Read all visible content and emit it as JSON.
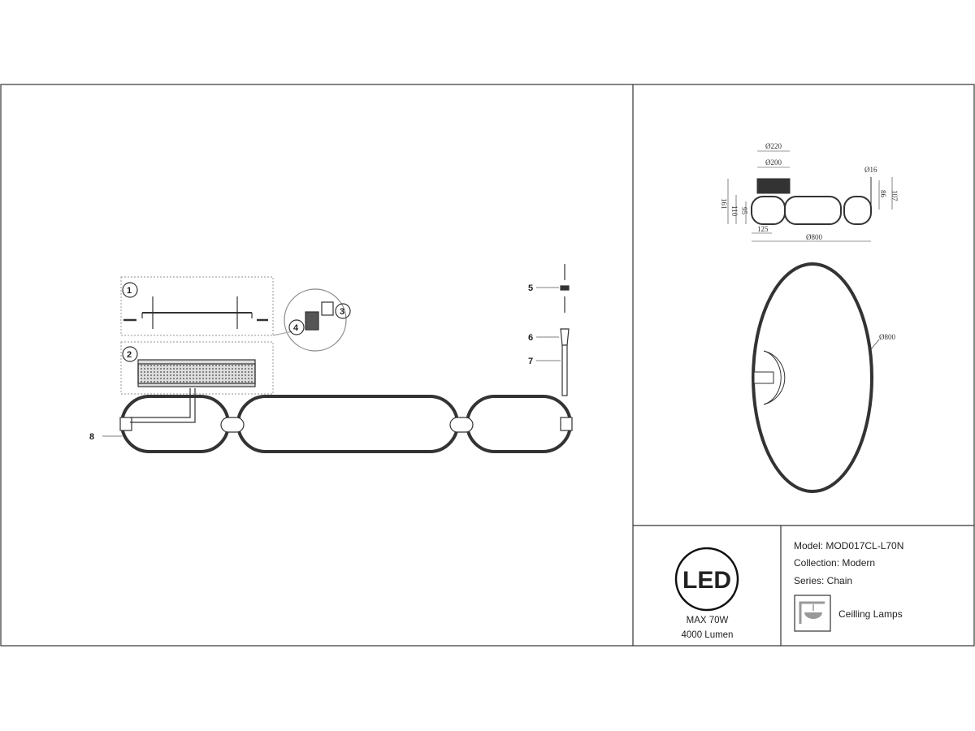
{
  "assembly": {
    "steps": [
      "1",
      "2",
      "3",
      "4",
      "5",
      "6",
      "7",
      "8"
    ]
  },
  "dimensions": {
    "canopy_outer": "Ø220",
    "canopy_inner": "Ø200",
    "rod": "Ø16",
    "height_total": "161",
    "height_mid": "110",
    "height_ring": "95",
    "offset": "125",
    "length": "Ø800",
    "rod_short": "86",
    "rod_long": "107",
    "ellipse": "Ø800"
  },
  "badge": {
    "logo": "LED",
    "power": "MAX 70W",
    "lumen": "4000 Lumen"
  },
  "product": {
    "model": "Model: MOD017CL-L70N",
    "collection": "Collection: Modern",
    "series": "Series: Chain",
    "type": "Ceilling Lamps"
  }
}
